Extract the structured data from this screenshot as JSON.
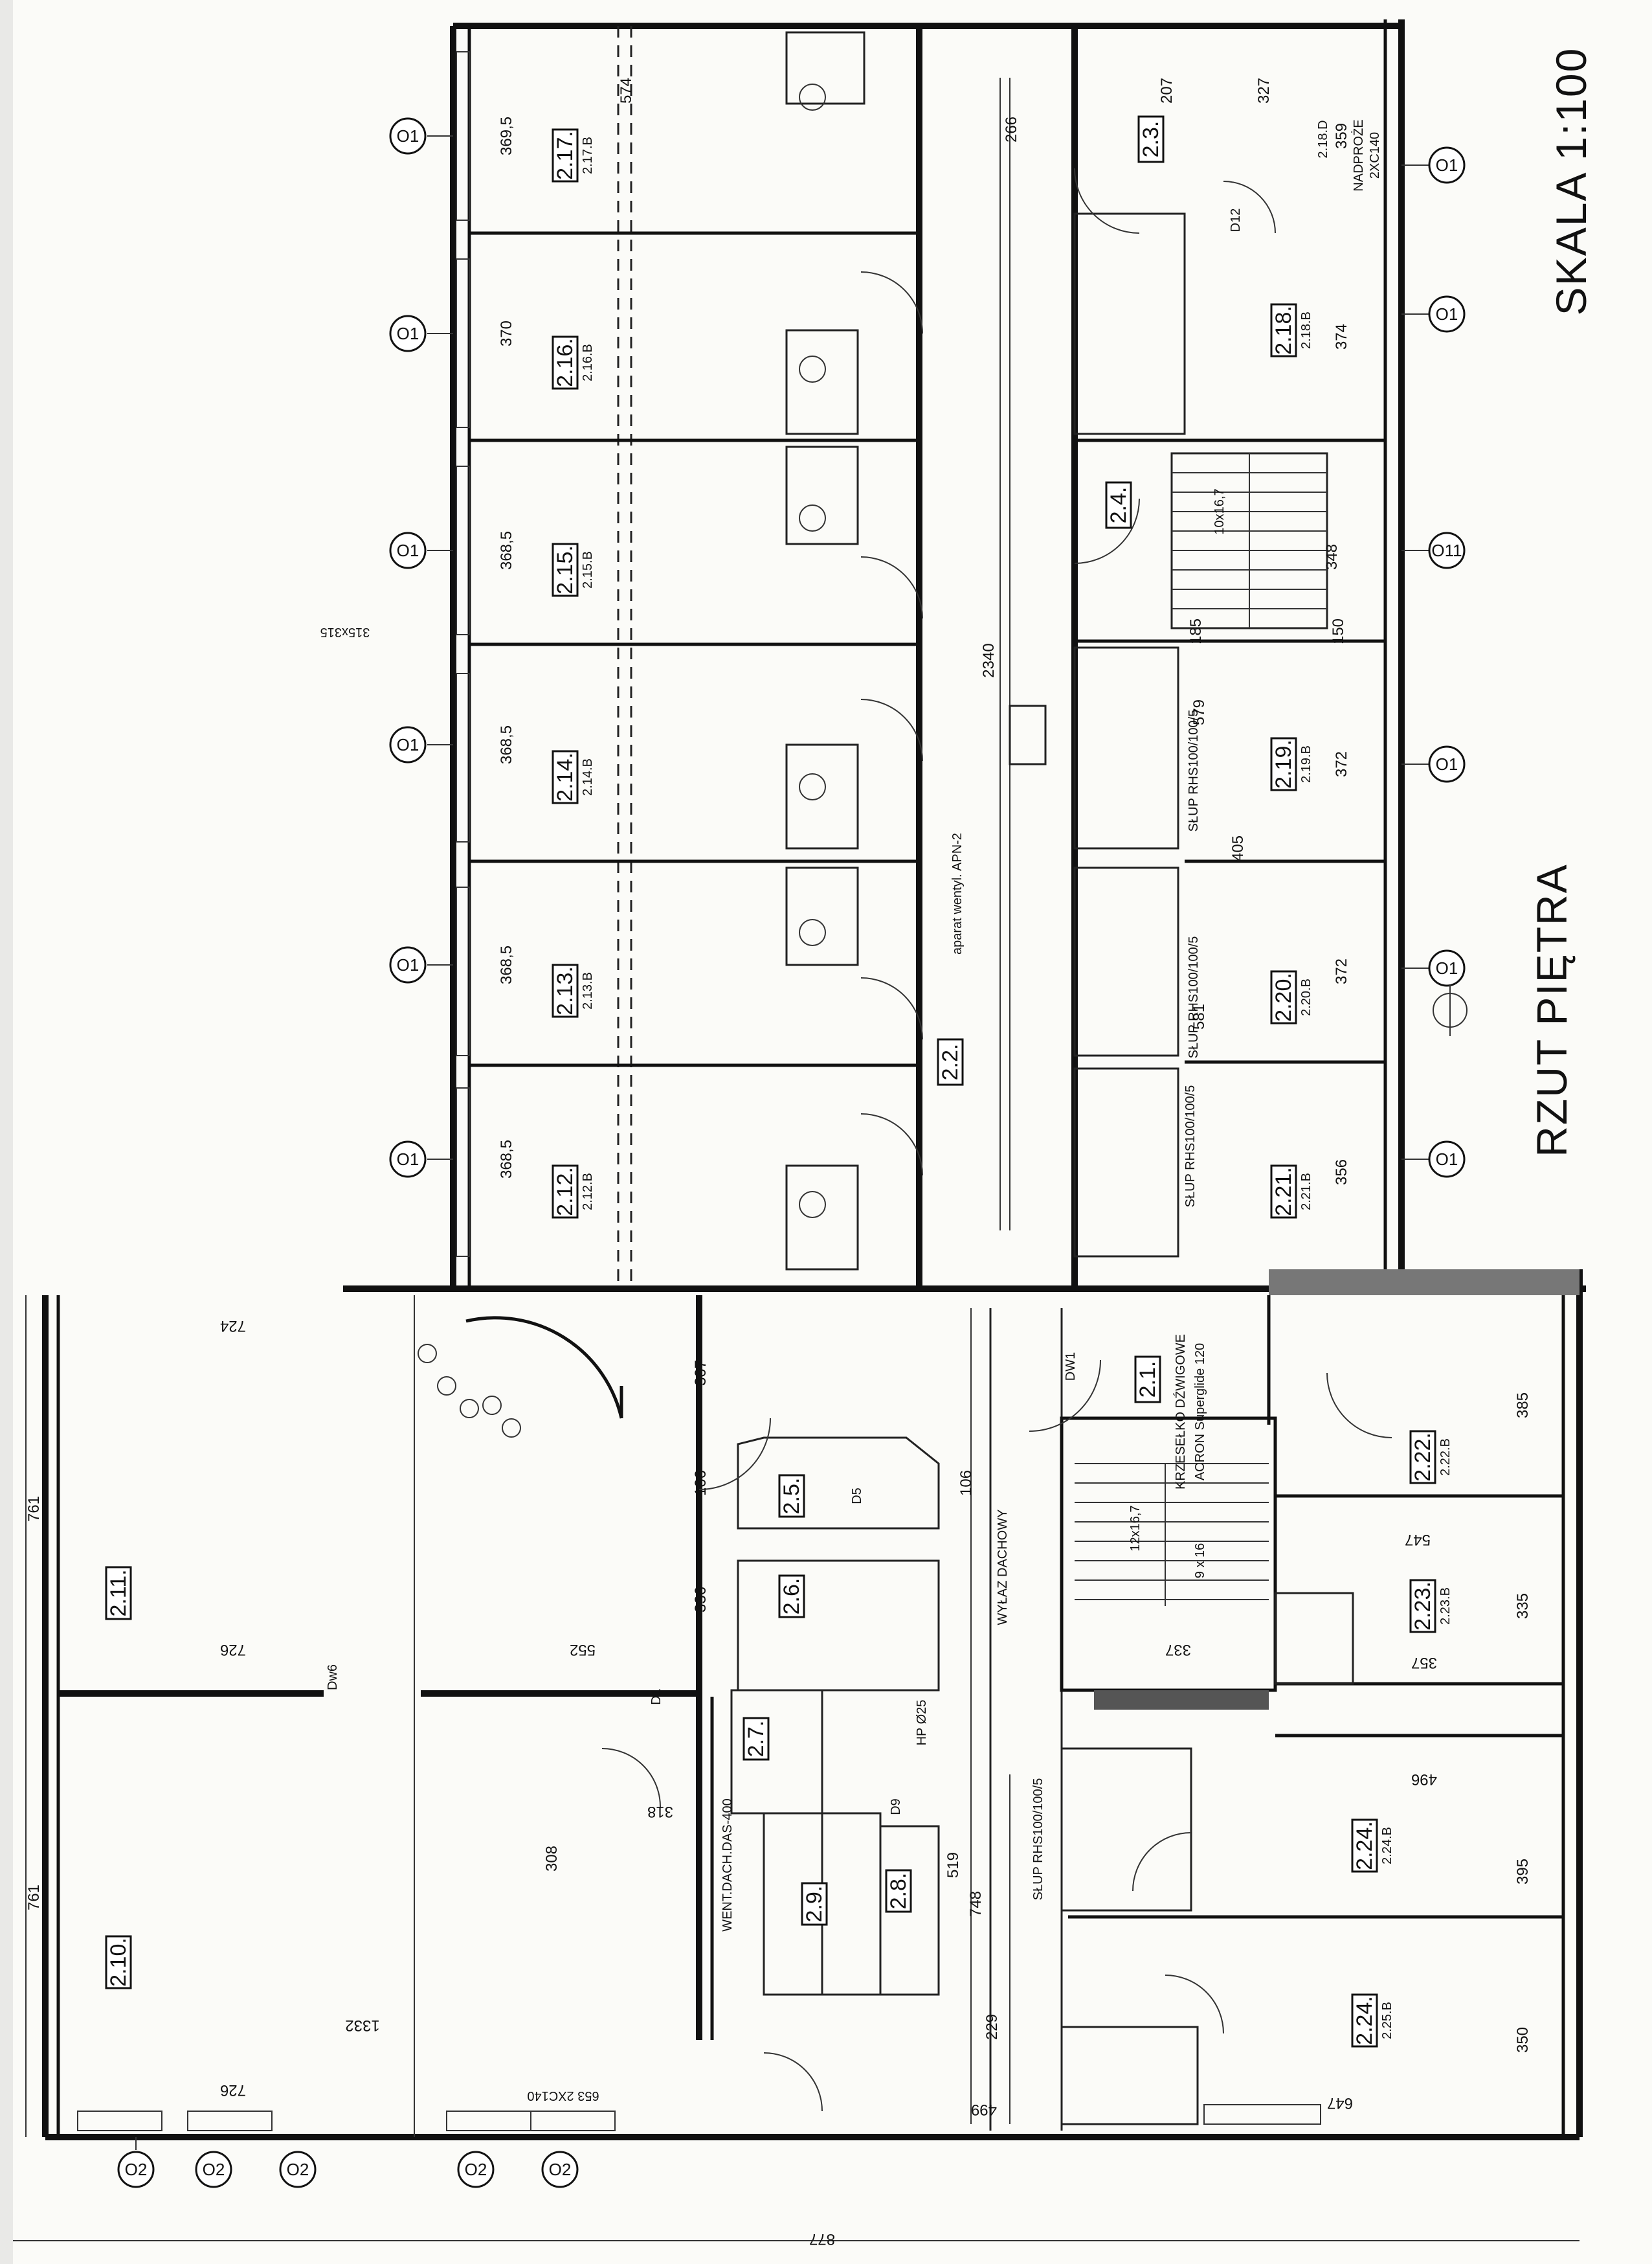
{
  "title": "RZUT PIĘTRA",
  "scale": "SKALA 1:100",
  "room_labels_upper": [
    {
      "id": "2.17.",
      "sub": "2.17.B"
    },
    {
      "id": "2.16.",
      "sub": "2.16.B"
    },
    {
      "id": "2.15.",
      "sub": "2.15.B"
    },
    {
      "id": "2.14.",
      "sub": "2.14.B"
    },
    {
      "id": "2.13.",
      "sub": "2.13.B"
    },
    {
      "id": "2.12.",
      "sub": "2.12.B"
    }
  ],
  "room_labels_lower": [
    {
      "id": "2.18.",
      "sub": "2.18.B"
    },
    {
      "id": "2.19.",
      "sub": "2.19.B"
    },
    {
      "id": "2.20.",
      "sub": "2.20.B"
    },
    {
      "id": "2.21.",
      "sub": "2.21.B"
    }
  ],
  "room_labels_misc": {
    "r23": "2.3.",
    "r24": "2.4.",
    "r22": "2.2.",
    "r21": "2.1.",
    "r222": "2.22.",
    "r222b": "2.22.B",
    "r223": "2.23.",
    "r223b": "2.23.B",
    "r224a": "2.24.",
    "r224ab": "2.24.B",
    "r224b": "2.24.",
    "r225b": "2.25.B",
    "r211": "2.11.",
    "r210": "2.10.",
    "r25": "2.5.",
    "r26": "2.6.",
    "r27": "2.7.",
    "r28": "2.8.",
    "r29": "2.9.",
    "r218d": "2.18.D"
  },
  "axis_tags": {
    "o1": "O1",
    "o11": "O11",
    "o2": "O2"
  },
  "dims_top": [
    "369,5",
    "370",
    "368,5",
    "368,5",
    "368,5",
    "368,5"
  ],
  "dims_bottom": [
    "359",
    "374",
    "372",
    "372",
    "356"
  ],
  "dims_misc": {
    "d574": "574",
    "d2340": "2340",
    "d266": "266",
    "d761a": "761",
    "d761b": "761",
    "d724": "724",
    "d726a": "726",
    "d726b": "726",
    "d1332": "1332",
    "d552": "552",
    "d336": "336",
    "d307": "307",
    "d106a": "106",
    "d106b": "106",
    "d308": "308",
    "d318": "318",
    "d748": "748",
    "d519": "519",
    "d229": "229",
    "d499": "499",
    "d647": "647",
    "d395": "395",
    "d350": "350",
    "d496": "496",
    "d385": "385",
    "d547": "547",
    "d335": "335",
    "d357": "357",
    "d337": "337",
    "d405": "405",
    "d579": "579",
    "d581": "581",
    "d877": "877",
    "d653": "653 2XC140",
    "d185": "185",
    "d150": "150",
    "d348": "348",
    "d327": "327",
    "d207": "207"
  },
  "annotations": {
    "vent": "aparat wentyl. APN-2",
    "roof": "WYŁAZ DACHOWY",
    "went": "WENT.DACH.DAS-400",
    "krzes": "KRZESEŁKO DŹWIGOWE",
    "acron": "ACRON Superglide 120",
    "slup1": "SŁUP RHS100/100/5",
    "slup2": "SŁUP RHS100/100/5",
    "slup3": "SŁUP RHS100/100/5",
    "slup4": "SŁUP RHS100/100/5",
    "nadproze1": "NADPROŻE",
    "nadproze2": "2XC140",
    "stairs1": "12x16,7",
    "stairs2": "9 x 16",
    "stairs3": "10x16,7",
    "hp": "HP Ø25",
    "dw1": "DW1",
    "dw6": "Dw6",
    "d1": "D1",
    "d5": "D5",
    "d9": "D9",
    "d12": "D12",
    "sz": "315x315"
  }
}
